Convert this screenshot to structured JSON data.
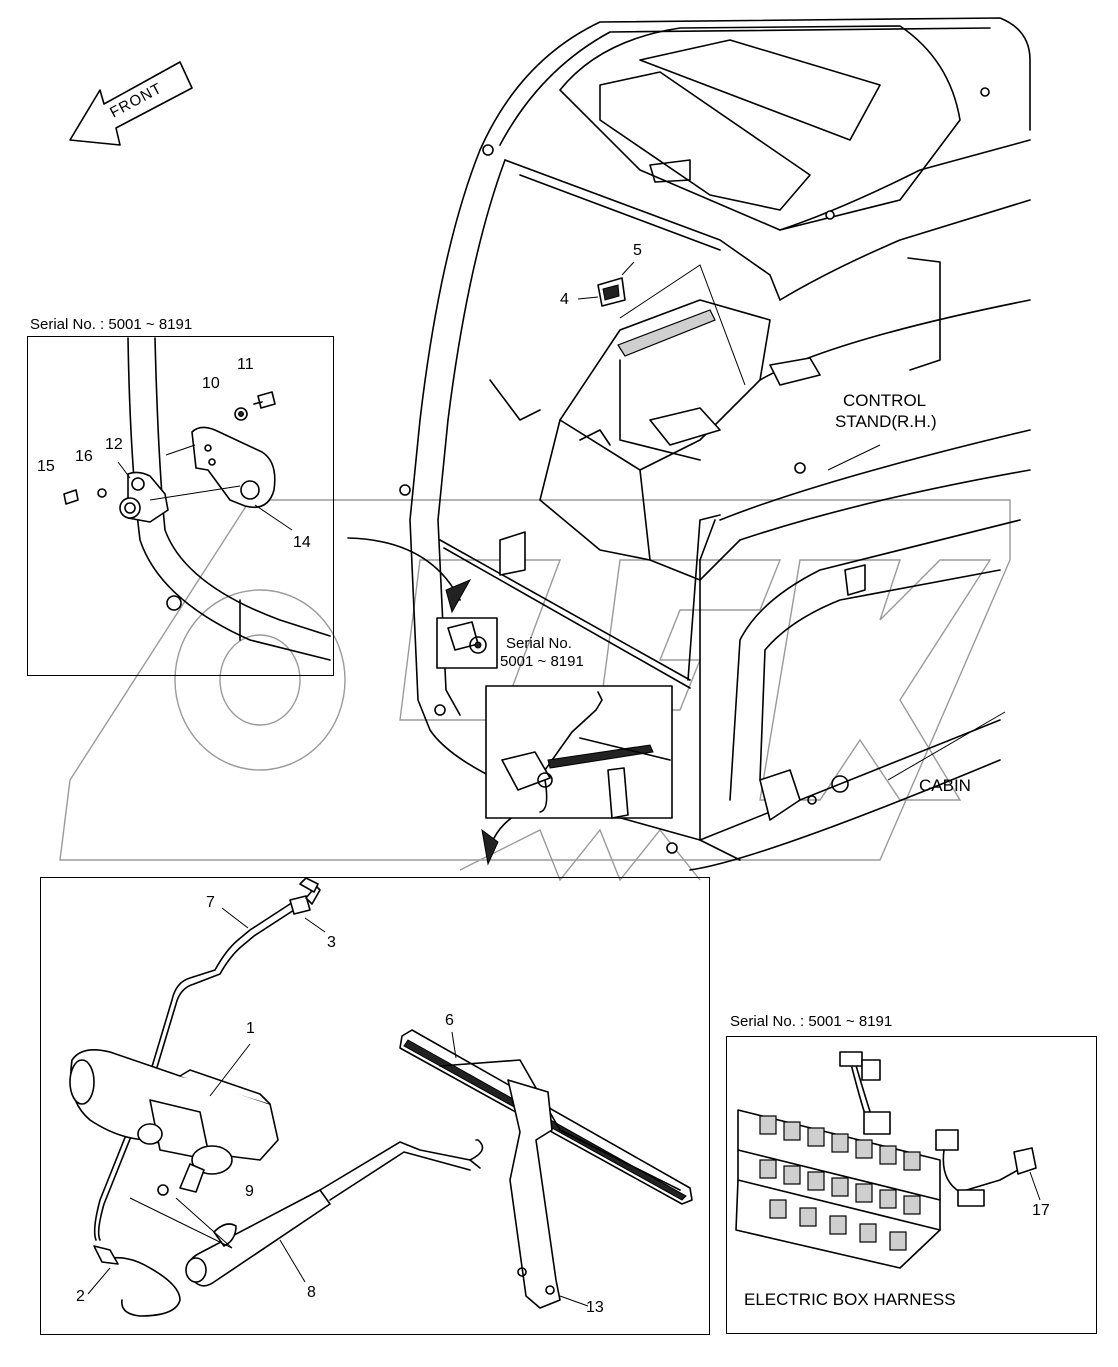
{
  "front_arrow": {
    "label": "FRONT"
  },
  "inset_left": {
    "serial": "Serial No. : 5001 ~ 8191",
    "callouts": [
      "10",
      "11",
      "12",
      "14",
      "15",
      "16"
    ]
  },
  "inset_small": {
    "serial_line1": "Serial No.",
    "serial_line2": "5001 ~ 8191"
  },
  "cabin": {
    "control_stand_line1": "CONTROL",
    "control_stand_line2": "STAND(R.H.)",
    "cabin_label": "CABIN",
    "callouts": [
      "4",
      "5"
    ]
  },
  "inset_bottom": {
    "callouts": [
      "1",
      "2",
      "3",
      "6",
      "7",
      "8",
      "9",
      "13"
    ]
  },
  "inset_right": {
    "serial": "Serial No. : 5001 ~ 8191",
    "caption": "ELECTRIC BOX HARNESS",
    "callouts": [
      "17"
    ]
  }
}
